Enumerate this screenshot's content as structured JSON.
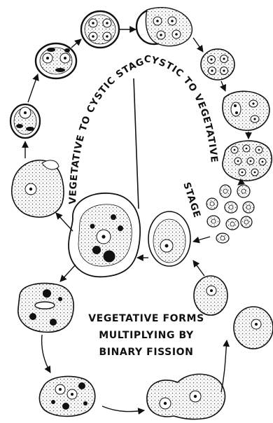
{
  "labels": {
    "left_arc": "VEGETATIVE TO CYSTIC STAGE",
    "right_arc_1": "CYSTIC TO VEGETATIVE",
    "right_arc_2": "STAGE",
    "caption_line1": "VEGETATIVE FORMS",
    "caption_line2": "MULTIPLYING BY",
    "caption_line3": "BINARY FISSION"
  },
  "colors": {
    "ink": "#111111",
    "paper": "#ffffff",
    "cytoplasm": "#f4f4f4"
  }
}
